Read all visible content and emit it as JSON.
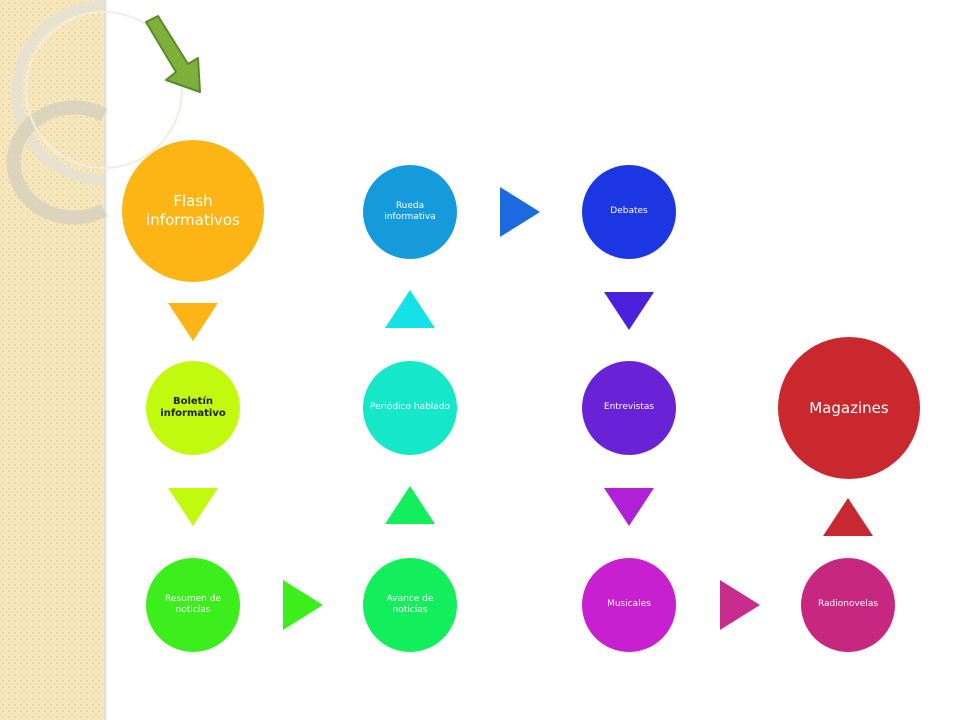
{
  "nodes": {
    "flash": {
      "label": "Flash informativos",
      "color": "#fdb515"
    },
    "boletin": {
      "label": "Boletín informativo",
      "color": "#c1f90f"
    },
    "resumen": {
      "label": "Resumen de noticias",
      "color": "#3cef1c"
    },
    "avance": {
      "label": "Avance de noticias",
      "color": "#13ee5d"
    },
    "periodico": {
      "label": "Periódico hablado",
      "color": "#14e8c8"
    },
    "rueda": {
      "label": "Rueda informativa",
      "color": "#159bdc"
    },
    "debates": {
      "label": "Debates",
      "color": "#1c36e3"
    },
    "entrevistas": {
      "label": "Entrevistas",
      "color": "#6a22d6"
    },
    "musicales": {
      "label": "Musicales",
      "color": "#c820d0"
    },
    "radionovelas": {
      "label": "Radionovelas",
      "color": "#c82780"
    },
    "magazines": {
      "label": "Magazines",
      "color": "#c8282e"
    }
  },
  "arrows": {
    "flash_boletin": "#fdb515",
    "boletin_resumen": "#c1f90f",
    "resumen_avance": "#3cef1c",
    "avance_periodico": "#13ee5d",
    "periodico_rueda": "#14e2e8",
    "rueda_debates": "#1c6ae0",
    "debates_entrevistas": "#4a20da",
    "entrevistas_musicales": "#b020d6",
    "musicales_radionovelas": "#c82d8e",
    "radionovelas_magazines": "#c82832"
  },
  "pointer_icon": "green-arrow-icon"
}
